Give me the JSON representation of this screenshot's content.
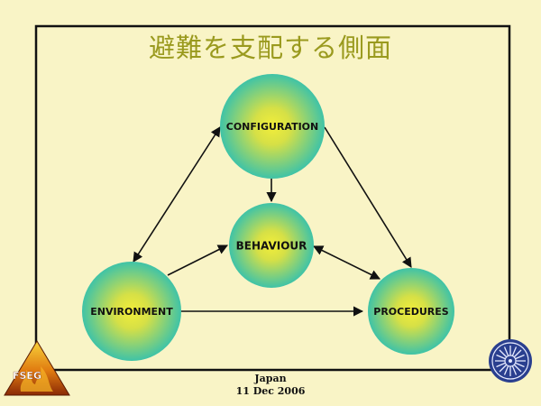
{
  "title": "避難を支配する側面",
  "nodes": {
    "configuration": "CONFIGURATION",
    "behaviour": "BEHAVIOUR",
    "environment": "ENVIRONMENT",
    "procedures": "PROCEDURES"
  },
  "footer": {
    "line1": "Japan",
    "line2": "11 Dec 2006"
  },
  "logo_left": {
    "text": "FSEG",
    "icon": "fseg-flame-triangle-logo"
  },
  "logo_right": {
    "icon": "university-crest-logo"
  },
  "colors": {
    "background": "#f9f4c6",
    "title": "#9a9a1e",
    "frame": "#111111",
    "node_center": "#f2ee3a",
    "node_edge": "#3fc3a7"
  }
}
